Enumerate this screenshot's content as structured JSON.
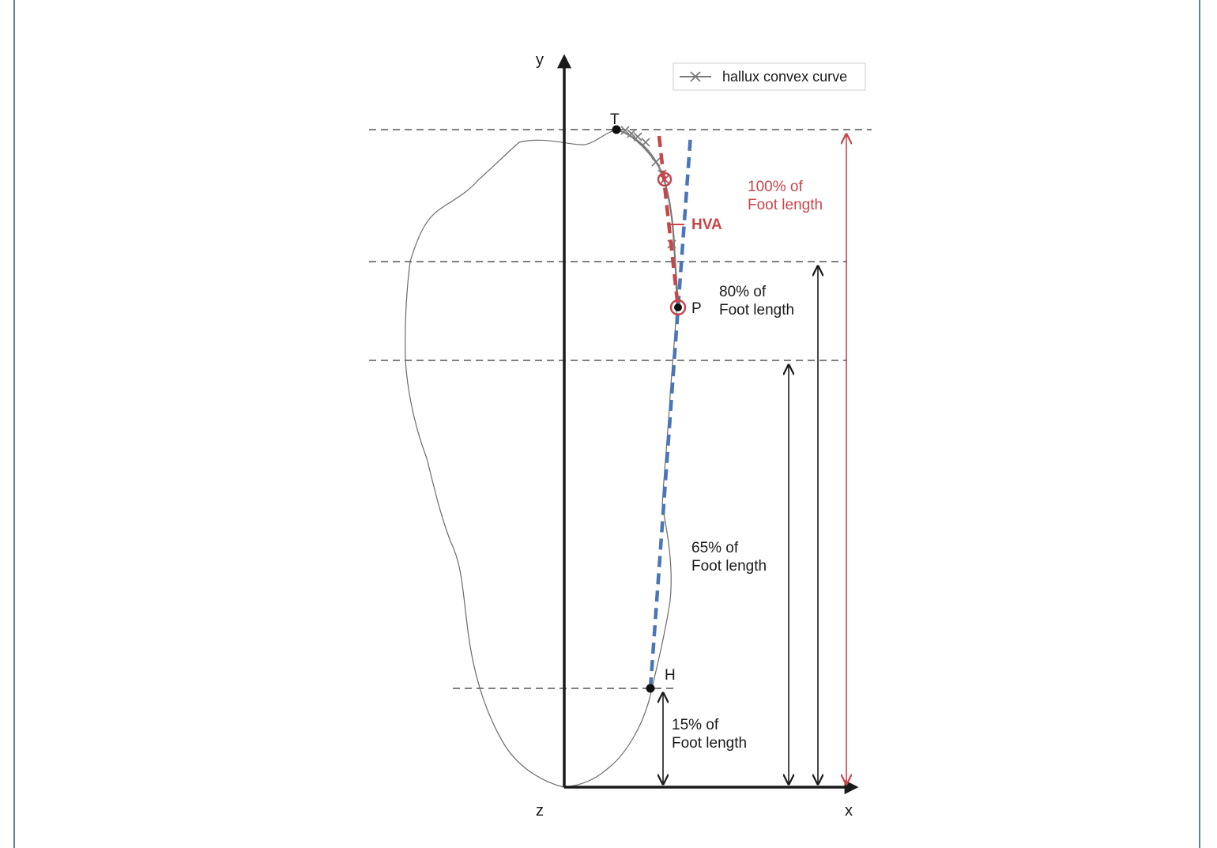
{
  "axes": {
    "y_label": "y",
    "x_label": "x",
    "z_label": "z"
  },
  "legend": {
    "label": "hallux convex curve"
  },
  "points": {
    "toe": "T",
    "proximal": "P",
    "heel": "H"
  },
  "angle_label": "HVA",
  "levels": [
    {
      "line1": "100% of",
      "line2": "Foot length",
      "color": "#c8454a"
    },
    {
      "line1": "80% of",
      "line2": "Foot length",
      "color": "#1a1a1a"
    },
    {
      "line1": "65% of",
      "line2": "Foot length",
      "color": "#1a1a1a"
    },
    {
      "line1": "15% of",
      "line2": "Foot length",
      "color": "#1a1a1a"
    }
  ],
  "colors": {
    "red_line": "#c8454a",
    "blue_line": "#4a76b8",
    "curve": "#7a7a7a",
    "guide": "#808080",
    "border": "#2f5b63"
  }
}
